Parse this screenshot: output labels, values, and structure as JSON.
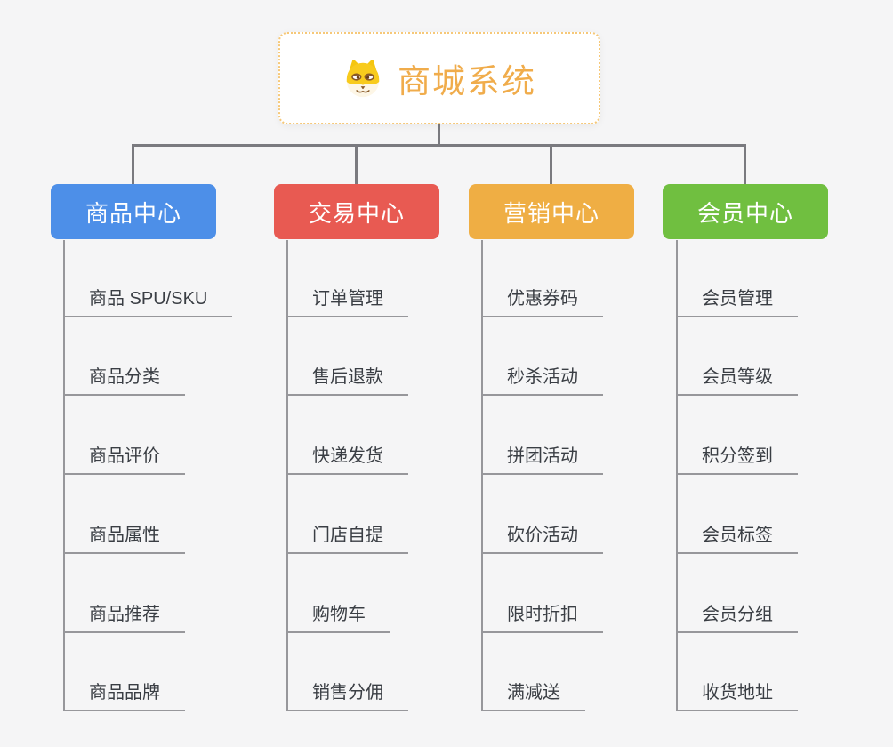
{
  "root": {
    "title": "商城系统",
    "accent_color": "#f0ac4b",
    "border_color": "#f6c878",
    "icon": "dog-face-icon"
  },
  "connector_color": "#7a7a7f",
  "line_color": "#97979b",
  "branches": [
    {
      "label": "商品中心",
      "color": "#4d8fe8",
      "items": [
        "商品 SPU/SKU",
        "商品分类",
        "商品评价",
        "商品属性",
        "商品推荐",
        "商品品牌"
      ]
    },
    {
      "label": "交易中心",
      "color": "#e85a52",
      "items": [
        "订单管理",
        "售后退款",
        "快递发货",
        "门店自提",
        "购物车",
        "销售分佣"
      ]
    },
    {
      "label": "营销中心",
      "color": "#efae44",
      "items": [
        "优惠券码",
        "秒杀活动",
        "拼团活动",
        "砍价活动",
        "限时折扣",
        "满减送"
      ]
    },
    {
      "label": "会员中心",
      "color": "#70bf40",
      "items": [
        "会员管理",
        "会员等级",
        "积分签到",
        "会员标签",
        "会员分组",
        "收货地址"
      ]
    }
  ]
}
